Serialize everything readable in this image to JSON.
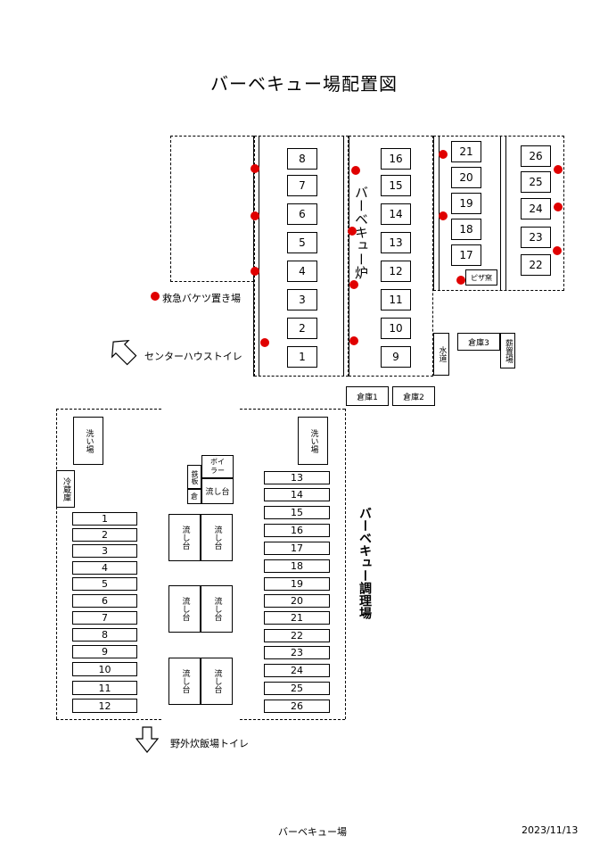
{
  "title": "バーベキュー場配置図",
  "legend_bucket": "救急バケツ置き場",
  "center_toilet": "センターハウストイレ",
  "outdoor_toilet": "野外炊飯場トイレ",
  "bbq_stove_label": "バーベキュー炉",
  "cooking_area_label": "バーベキュー調理場",
  "stoves_left": [
    "8",
    "7",
    "6",
    "5",
    "4",
    "3",
    "2",
    "1"
  ],
  "stoves_mid": [
    "16",
    "15",
    "14",
    "13",
    "12",
    "11",
    "10",
    "9"
  ],
  "stoves_right_a": [
    "21",
    "20",
    "19",
    "18",
    "17"
  ],
  "stoves_right_b": [
    "26",
    "25",
    "24",
    "23",
    "22"
  ],
  "pizza_oven": "ピザ窯",
  "water": "水道",
  "storage1": "倉庫1",
  "storage2": "倉庫2",
  "storage3": "倉庫3",
  "firewood": "薪置場",
  "sink_area": "洗い場",
  "fridge": "冷蔵庫",
  "boiler": "ボイラー",
  "iron_plate": "鉄板",
  "warehouse_small": "倉",
  "sink_table": "流し台",
  "tables_left": [
    "1",
    "2",
    "3",
    "4",
    "5",
    "6",
    "7",
    "8",
    "9",
    "10",
    "11",
    "12"
  ],
  "tables_right": [
    "13",
    "14",
    "15",
    "16",
    "17",
    "18",
    "19",
    "20",
    "21",
    "22",
    "23",
    "24",
    "25",
    "26"
  ],
  "footer_center": "バーベキュー場",
  "footer_date": "2023/11/13",
  "colors": {
    "bucket_dot": "#e00000",
    "line": "#000000"
  }
}
